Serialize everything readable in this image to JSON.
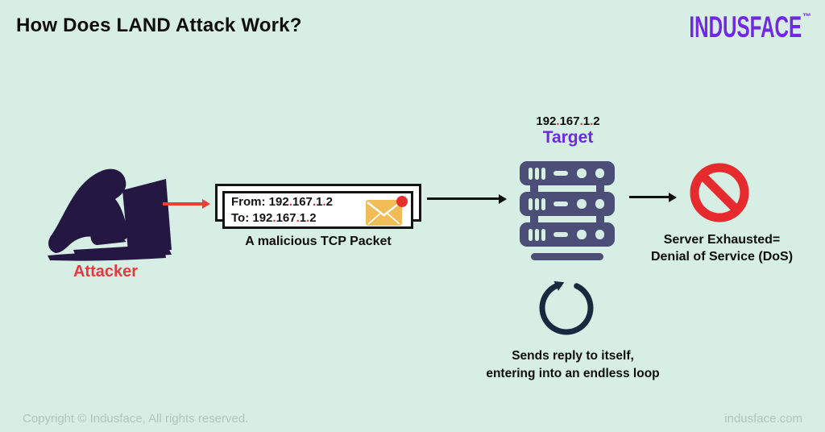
{
  "header": {
    "title": "How Does LAND Attack Work?",
    "logo_text": "INDUSFACE",
    "trademark": "™"
  },
  "attacker": {
    "label": "Attacker"
  },
  "packet": {
    "from_line": "From: 192.167.1.2",
    "to_line": "To: 192.167.1.2",
    "caption": "A malicious TCP Packet"
  },
  "target": {
    "ip": "192.167.1.2",
    "label": "Target"
  },
  "result": {
    "line1": "Server Exhausted=",
    "line2": "Denial of Service (DoS)"
  },
  "loop_note": {
    "line1": "Sends reply to itself,",
    "line2": "entering into an endless loop"
  },
  "footer": {
    "copyright": "Copyright © Indusface, All rights reserved.",
    "website": "indusface.com"
  },
  "icons": {
    "hacker": "hooded-hacker-with-laptop",
    "envelope": "malicious-packet-envelope",
    "notification_dot": "red-alert-dot",
    "server": "three-tier-server-rack",
    "loop_arrow": "endless-loop-circular-arrow",
    "no_entry": "prohibition-sign",
    "red_arrow": "attack-direction-arrow",
    "black_arrow": "flow-arrow"
  },
  "colors": {
    "background": "#d6eee3",
    "accent_purple": "#7127e3",
    "alert_red": "#e8302f",
    "arrow_red": "#f23b3b",
    "server_slate": "#4b4f78",
    "silhouette_navy": "#241843",
    "loop_navy": "#16293e",
    "envelope_yellow": "#f0bc55",
    "text_dark": "#0d0d0d",
    "footer_gray": "#aec6bb"
  }
}
